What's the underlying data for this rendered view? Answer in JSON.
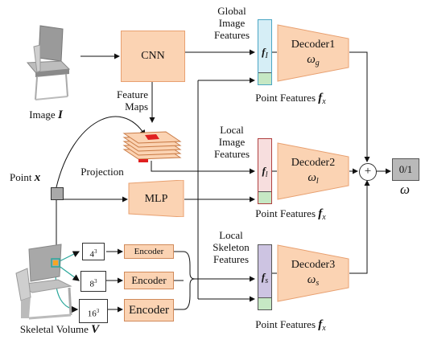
{
  "labels": {
    "image": "Image",
    "image_sym": "I",
    "cnn": "CNN",
    "feature_maps_1": "Feature",
    "feature_maps_2": "Maps",
    "projection": "Projection",
    "point": "Point",
    "point_sym": "x",
    "mlp": "MLP",
    "skeletal_volume": "Skeletal Volume",
    "skeletal_sym": "V",
    "global_feat": [
      "Global",
      "Image",
      "Features"
    ],
    "local_img_feat": [
      "Local",
      "Image",
      "Features"
    ],
    "local_skel_feat": [
      "Local",
      "Skeleton",
      "Features"
    ],
    "point_features": "Point Features",
    "point_features_sym": "f",
    "point_features_sub": "x",
    "encoder": "Encoder",
    "plus": "+",
    "output": "0/1",
    "omega": "ω"
  },
  "decoders": [
    {
      "name": "Decoder1",
      "omega": "ω",
      "sub": "g"
    },
    {
      "name": "Decoder2",
      "omega": "ω",
      "sub": "l"
    },
    {
      "name": "Decoder3",
      "omega": "ω",
      "sub": "s"
    }
  ],
  "feature_bars": [
    {
      "sym": "f",
      "sub": "I",
      "color": "#d6eef6",
      "border": "#4aa6c4"
    },
    {
      "sym": "f",
      "sub": "l",
      "color": "#f7dede",
      "border": "#b04040"
    },
    {
      "sym": "f",
      "sub": "s",
      "color": "#cdc4e2",
      "border": "#555555"
    }
  ],
  "resolutions": [
    {
      "base": "4",
      "exp": "3"
    },
    {
      "base": "8",
      "exp": "3"
    },
    {
      "base": "16",
      "exp": "3"
    }
  ],
  "colors": {
    "module_fill": "#fbd3b3",
    "module_border": "#e8a070",
    "point_feature_green": "#c6e8c4",
    "output_gray": "#b9b9b9",
    "feature_map_red": "#e02020"
  }
}
